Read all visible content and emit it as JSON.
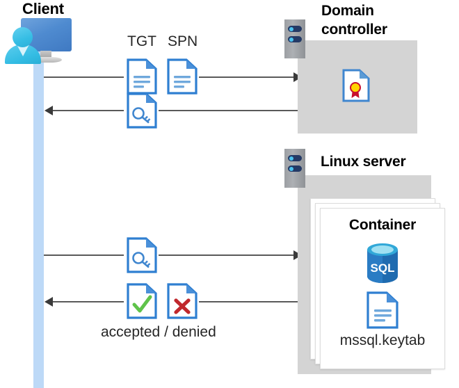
{
  "diagram": {
    "title_client": "Client",
    "title_domain_controller": "Domain\ncontroller",
    "domain_controller_line1": "Domain",
    "domain_controller_line2": "controller",
    "title_linux_server": "Linux server",
    "title_container": "Container"
  },
  "labels": {
    "tgt": "TGT",
    "spn": "SPN",
    "accepted_denied": "accepted / denied",
    "keytab_file": "mssql.keytab",
    "sql_text": "SQL"
  },
  "icons": {
    "client_computer": "desktop-user-icon",
    "server_rack": "server-rack-icon",
    "ticket_document": "document-lines-icon",
    "key_document": "document-key-icon",
    "certificate_document": "document-certificate-icon",
    "accepted_document": "document-check-icon",
    "denied_document": "document-cross-icon",
    "sql_database": "sql-database-icon",
    "keytab_document": "document-lines-icon"
  },
  "flows": [
    {
      "name": "client-to-dc-request",
      "direction": "right",
      "payload": [
        "TGT",
        "SPN"
      ]
    },
    {
      "name": "dc-to-client-ticket",
      "direction": "left",
      "payload": [
        "service-ticket"
      ]
    },
    {
      "name": "client-to-linux-ticket",
      "direction": "right",
      "payload": [
        "service-ticket"
      ]
    },
    {
      "name": "linux-to-client-result",
      "direction": "left",
      "payload": [
        "accepted",
        "denied"
      ]
    }
  ],
  "colors": {
    "lifeline": "#bdd9f7",
    "panel_gray": "#d4d4d4",
    "doc_blue": "#2f7fd1",
    "accent_blue": "#3f79c2",
    "person_cyan": "#33bce3",
    "check_green": "#5fc34a",
    "cross_red": "#c0282d",
    "arrow_gray": "#595959",
    "sql_blue": "#1f6bb0",
    "cert_gold": "#ffd400",
    "cert_red": "#c8102e"
  }
}
